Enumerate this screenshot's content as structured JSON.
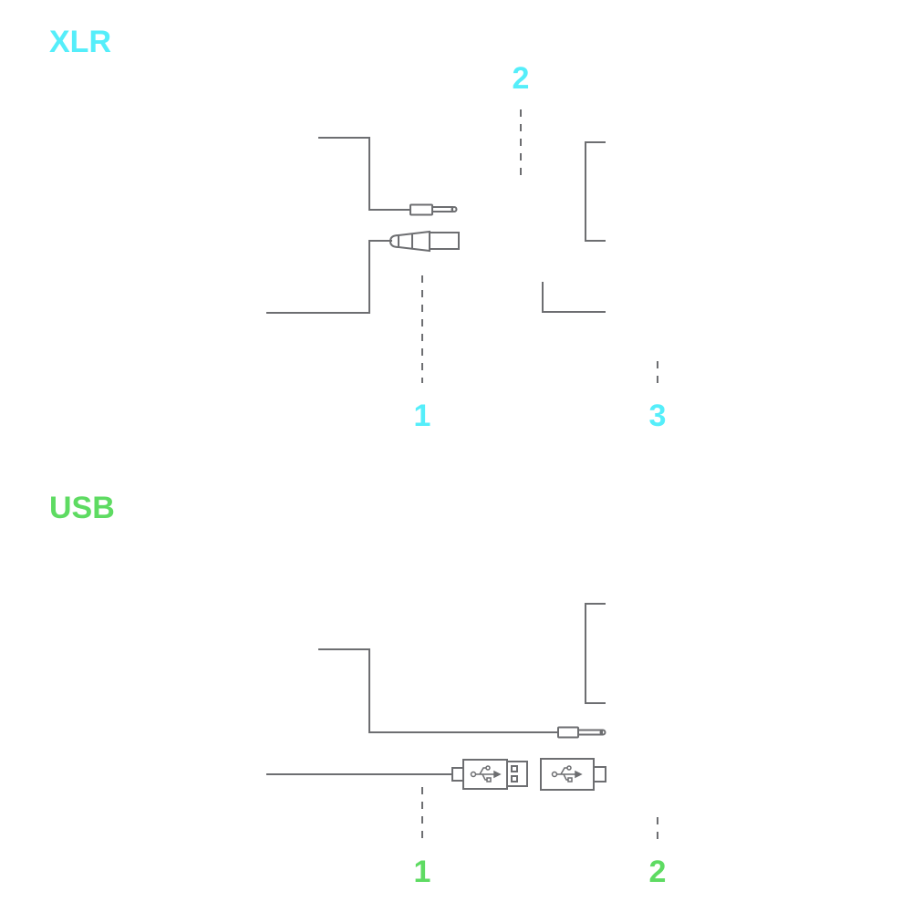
{
  "colors": {
    "xlr": "#55eefa",
    "usb": "#5edb62",
    "line": "#6d6e71"
  },
  "xlr": {
    "title": "XLR",
    "callouts": [
      "1",
      "2",
      "3"
    ]
  },
  "usb": {
    "title": "USB",
    "callouts": [
      "1",
      "2"
    ]
  }
}
